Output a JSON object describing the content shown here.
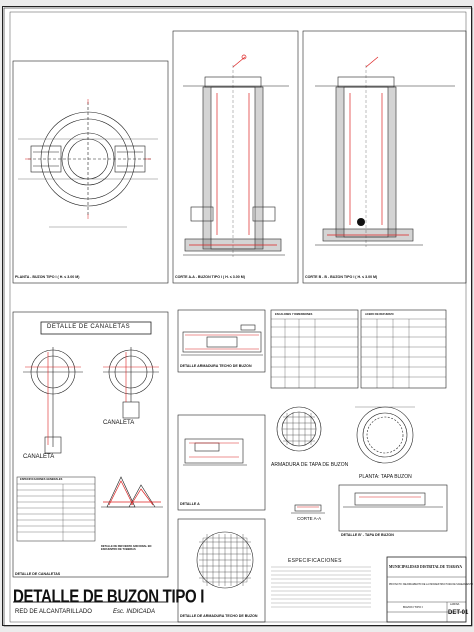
{
  "sheet": {
    "views": {
      "plan": "PLANTA - BUZON TIPO I  ( H. ≤ 3.00 M)",
      "sectionA": "CORTE A-A - BUZON TIPO I  ( H. ≤ 3.00 M)",
      "sectionB": "CORTE B - B - BUZON TIPO I ( H. ≤ 3.00 M)",
      "canaletas": "DETALLE DE CANALETAS",
      "canaletasBox": "DETALLE DE CANALETAS",
      "canaleta1": "CANALETA",
      "canaleta2": "CANALETA",
      "refuerzo": "DETALLE DE REFUERZO ADICIONAL EN ENCUENTRO DE TUBERIAS",
      "armadura1": "DETALLE ARMADURA TECHO DE BUZON",
      "detalleA": "DETALLE A",
      "armadura2": "DETALLE DE ARMADURA TECHO DE BUZON",
      "armaduraTapa": "ARMADURA DE TAPA DE BUZON",
      "plantaTapa": "PLANTA: TAPA BUZON",
      "corteAA": "CORTE A-A",
      "detalleB": "DETALLE B' - TAPA DE BUZON",
      "specsTitle": "ESPECIFICACIONES GENERALES",
      "especificaciones": "ESPECIFICACIONES",
      "table1": "ESCALONES Y DIMENSIONES",
      "table2": "ACERO DE REFUERZO"
    },
    "title": {
      "main": "DETALLE DE BUZON TIPO I",
      "sub": "RED DE ALCANTARILLADO",
      "scale": "Esc. INDICADA"
    },
    "titleBlock": {
      "org": "MUNICIPALIDAD DISTRITAL DE TIABAYA",
      "project": "PROYECTO: MEJORAMIENTO DE LA INFRAESTRUCTURA DE SANEAMIENTO",
      "sheetName": "BUZON TIPO I",
      "code": "DET-01",
      "sheetLabel": "LAMINA"
    }
  }
}
